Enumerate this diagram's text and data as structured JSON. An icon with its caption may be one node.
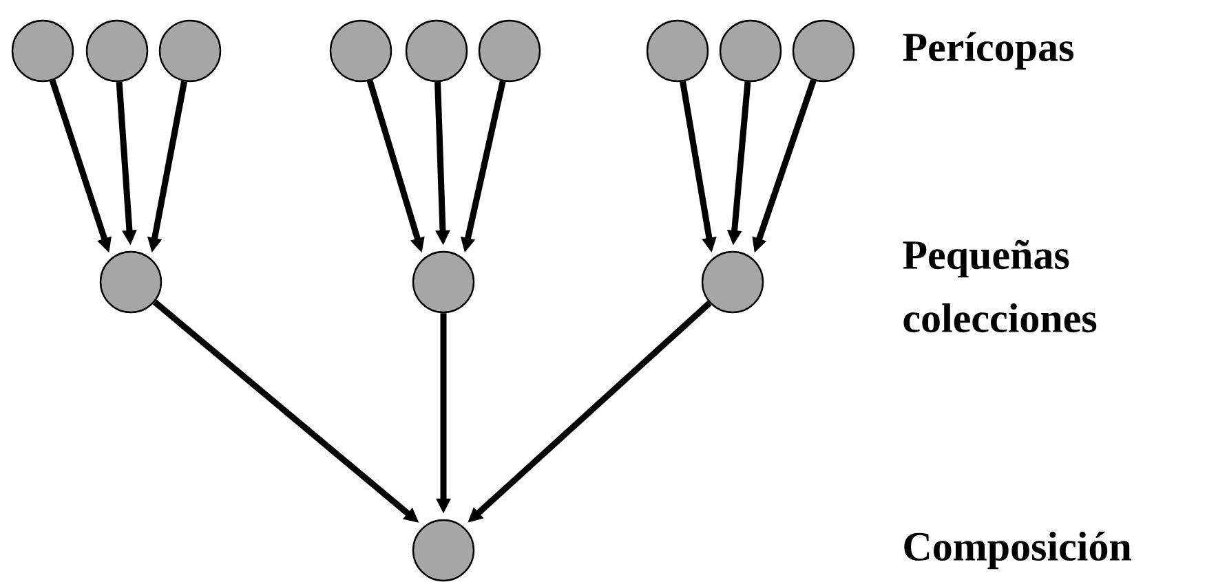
{
  "diagram": {
    "nodes": [
      {
        "text": [],
        "shape": "circle"
      },
      {
        "text": [],
        "shape": "circle"
      },
      {
        "text": [],
        "shape": "circle"
      },
      {
        "text": [],
        "shape": "circle"
      },
      {
        "text": [],
        "shape": "circle"
      },
      {
        "text": [],
        "shape": "circle"
      },
      {
        "text": [],
        "shape": "circle"
      },
      {
        "text": [],
        "shape": "circle"
      },
      {
        "text": [],
        "shape": "circle"
      },
      {
        "text": [],
        "shape": "circle"
      },
      {
        "text": [],
        "shape": "circle"
      },
      {
        "text": [],
        "shape": "circle"
      },
      {
        "text": [],
        "shape": "circle"
      }
    ],
    "edges": [
      {
        "from": 0,
        "to": 9,
        "arrow": "to"
      },
      {
        "from": 1,
        "to": 9,
        "arrow": "to"
      },
      {
        "from": 2,
        "to": 9,
        "arrow": "to"
      },
      {
        "from": 3,
        "to": 10,
        "arrow": "to"
      },
      {
        "from": 4,
        "to": 10,
        "arrow": "to"
      },
      {
        "from": 5,
        "to": 10,
        "arrow": "to"
      },
      {
        "from": 6,
        "to": 11,
        "arrow": "to"
      },
      {
        "from": 7,
        "to": 11,
        "arrow": "to"
      },
      {
        "from": 8,
        "to": 11,
        "arrow": "to"
      },
      {
        "from": 9,
        "to": 12,
        "arrow": "to"
      },
      {
        "from": 10,
        "to": 12,
        "arrow": "to"
      },
      {
        "from": 11,
        "to": 12,
        "arrow": "to"
      }
    ],
    "labels": [
      "Perícopas",
      "Pequeñas colecciones",
      "Composición"
    ]
  }
}
